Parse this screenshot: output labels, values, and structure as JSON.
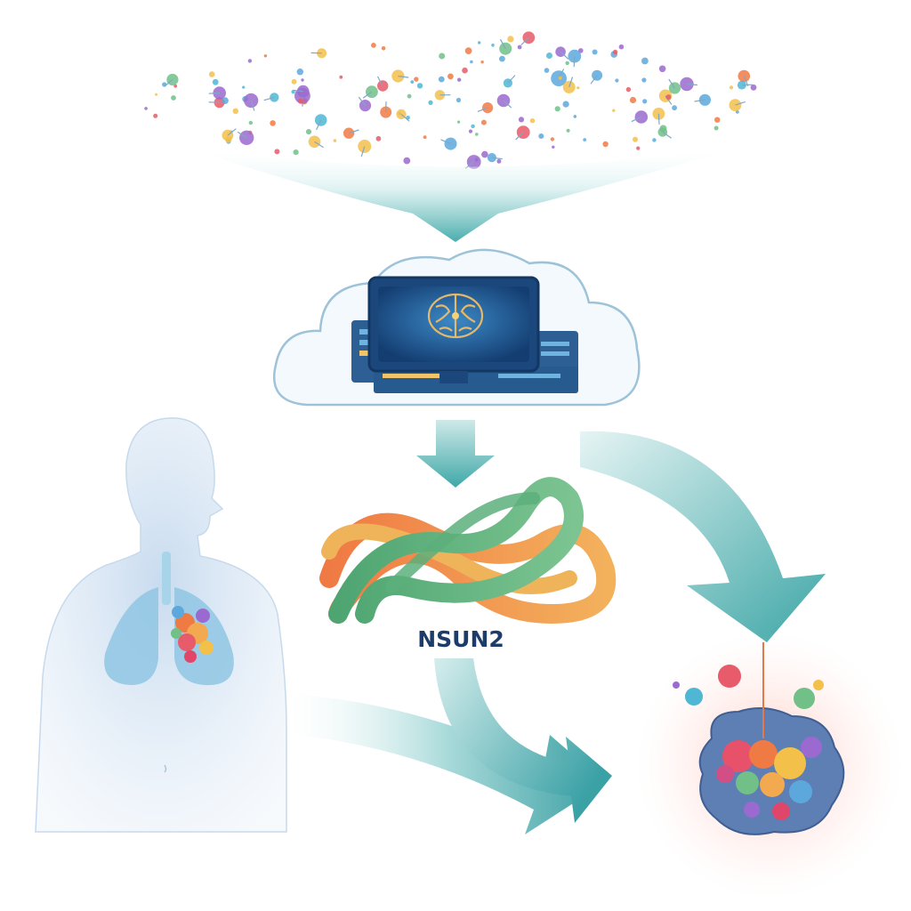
{
  "diagram": {
    "protein_label": "NSUN2",
    "palette": {
      "arrow": "#3fa8a8",
      "arrow_light": "#bfe3e3",
      "cloud_stroke": "#9ec3d9",
      "body": "#bcd3ea",
      "lung": "#8fc6e3",
      "screen": "#1f4f88",
      "brain": "#e6b86a",
      "ribbon_orange": "#f08a4b",
      "ribbon_yellow": "#efb35a",
      "ribbon_green": "#5caf7b",
      "tumor": "#5e7fb4",
      "label_text": "#1c3d6b"
    },
    "icons": [
      "molecule-cloud",
      "computer-icon",
      "brain-icon",
      "human-silhouette-icon",
      "lung-icon",
      "tumor-icon",
      "protein-ribbon"
    ]
  }
}
